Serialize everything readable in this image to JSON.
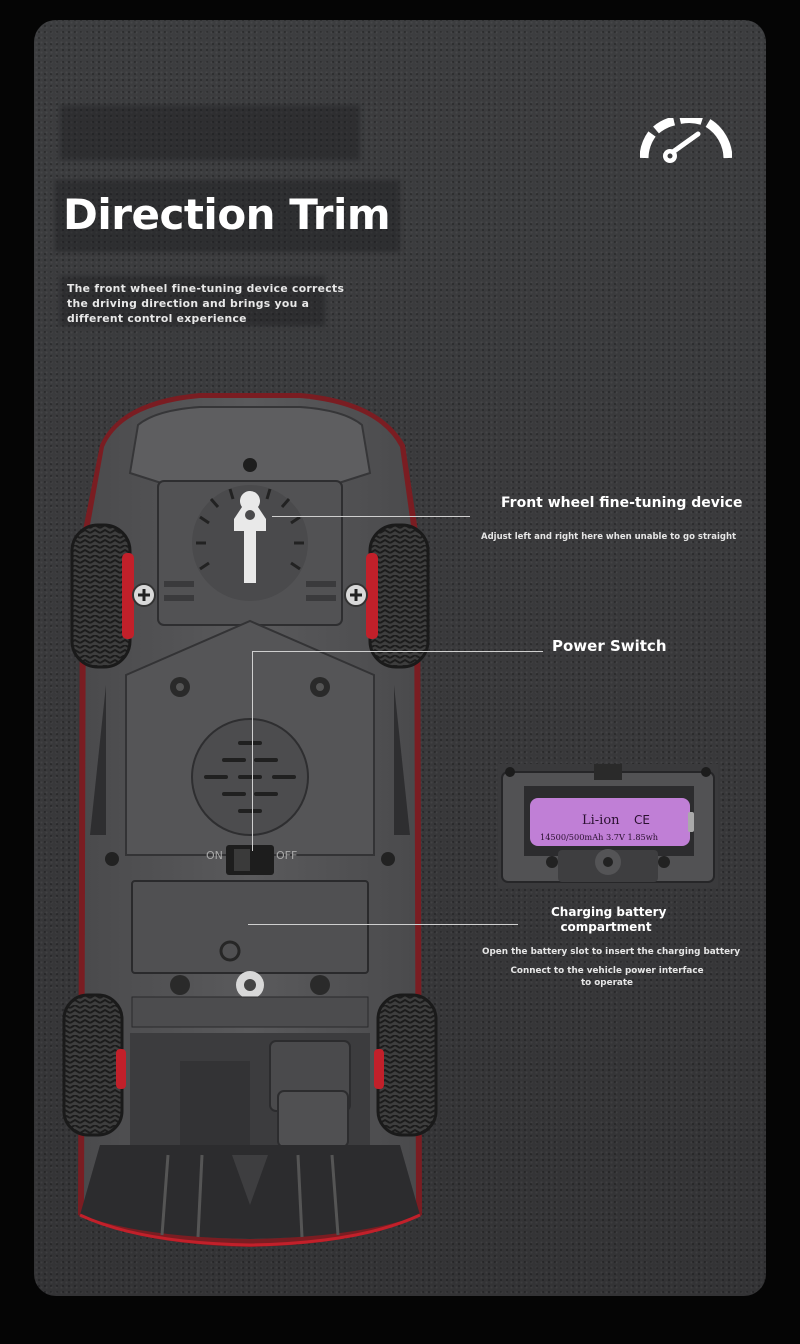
{
  "header": {
    "title": "Direction Trim",
    "subtitle": [
      "The front wheel fine-tuning device corrects",
      "the driving direction and brings you a",
      "different control experience"
    ]
  },
  "callouts": {
    "front_wheel": {
      "title": "Front wheel fine-tuning device",
      "desc": "Adjust left and right here when unable to go straight"
    },
    "power_switch": {
      "title": "Power Switch",
      "on_label": "ON",
      "off_label": "OFF"
    },
    "battery": {
      "title": [
        "Charging battery",
        "compartment"
      ],
      "desc": [
        "Open the battery slot to insert the charging battery",
        "Connect to the vehicle power interface",
        "to operate"
      ]
    }
  },
  "battery_label": {
    "brand": "Li-ion",
    "cert": "CE",
    "spec": "14500/500mAh 3.7V 1.85wh"
  },
  "icons": {
    "gauge": "speedometer-icon"
  },
  "colors": {
    "accent_red": "#c2202a",
    "battery_purple": "#c07fd6",
    "text": "#ffffff"
  }
}
